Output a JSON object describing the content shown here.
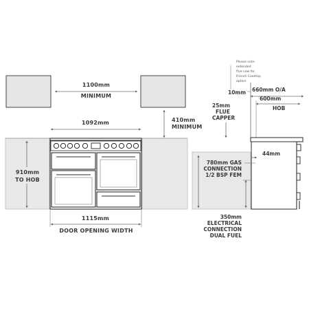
{
  "dimensions": {
    "min_width": {
      "line1": "1100mm",
      "line2": "MINIMUM"
    },
    "min_height": {
      "line1": "410mm",
      "line2": "MINIMUM"
    },
    "hob_width": "1092mm",
    "hob_height": {
      "line1": "910mm",
      "line2": "TO HOB"
    },
    "door_opening": {
      "line1": "1115mm",
      "line2": "DOOR OPENING WIDTH"
    },
    "flue_capper": {
      "line1": "25mm",
      "line2": "FLUE",
      "line3": "CAPPER"
    },
    "side_10": "10mm",
    "depth_oa": "660mm O/A",
    "depth_hob": {
      "line1": "600mm",
      "line2": "HOB"
    },
    "side_44": "44mm",
    "gas_connection": {
      "line1": "780mm GAS",
      "line2": "CONNECTION",
      "line3": "1/2 BSP FEM"
    },
    "electrical": {
      "line1": "350mm",
      "line2": "ELECTRICAL",
      "line3": "CONNECTION",
      "line4": "DUAL FUEL"
    }
  },
  "note": {
    "line1": "Please note",
    "line2": "extended",
    "line3": "flue cow for",
    "line4": "French Cooktop",
    "line5": "option"
  }
}
